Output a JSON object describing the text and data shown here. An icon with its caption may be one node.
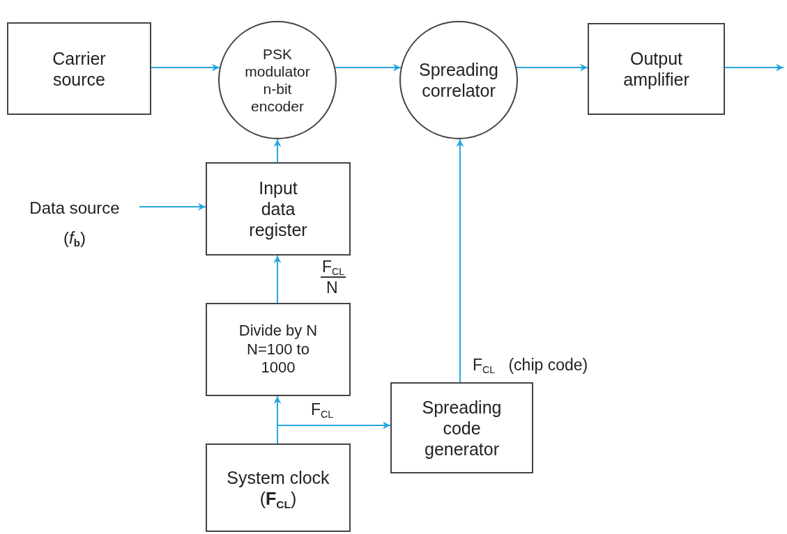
{
  "diagram": {
    "nodes": [
      {
        "text": [
          "Carrier source"
        ]
      },
      {
        "text": [
          "PSK modulator n-bit encoder"
        ]
      },
      {
        "text": [
          "Spreading correlator"
        ]
      },
      {
        "text": [
          "Output amplifier"
        ]
      },
      {
        "text": [
          "Data source",
          "(*f*$_{b}$)"
        ]
      },
      {
        "text": [
          "Input data register"
        ]
      },
      {
        "text": [
          "Divide by N N=100 to 1000"
        ]
      },
      {
        "text": [
          "System clock (**F**$_{CL}$)"
        ]
      },
      {
        "text": [
          "Spreading code generator"
        ]
      }
    ],
    "edges": [
      {
        "from": 0,
        "to": 1,
        "arrow": "to"
      },
      {
        "from": 1,
        "to": 2,
        "arrow": "to"
      },
      {
        "from": 2,
        "to": 3,
        "arrow": "to"
      },
      {
        "from": 3,
        "to": null,
        "arrow": "to"
      },
      {
        "from": 4,
        "to": 5,
        "arrow": "to"
      },
      {
        "from": 5,
        "to": 1,
        "arrow": "to"
      },
      {
        "from": 6,
        "to": 5,
        "arrow": "to",
        "label": "F$_{CL}$"
      },
      {
        "from": 7,
        "to": 6,
        "arrow": "to"
      },
      {
        "from": 7,
        "to": 8,
        "arrow": "to",
        "label": "F$_{CL}$"
      },
      {
        "from": 8,
        "to": 2,
        "arrow": "to",
        "label": "F$_{CL}$   (chip code)"
      }
    ],
    "labels": [
      "N"
    ]
  }
}
